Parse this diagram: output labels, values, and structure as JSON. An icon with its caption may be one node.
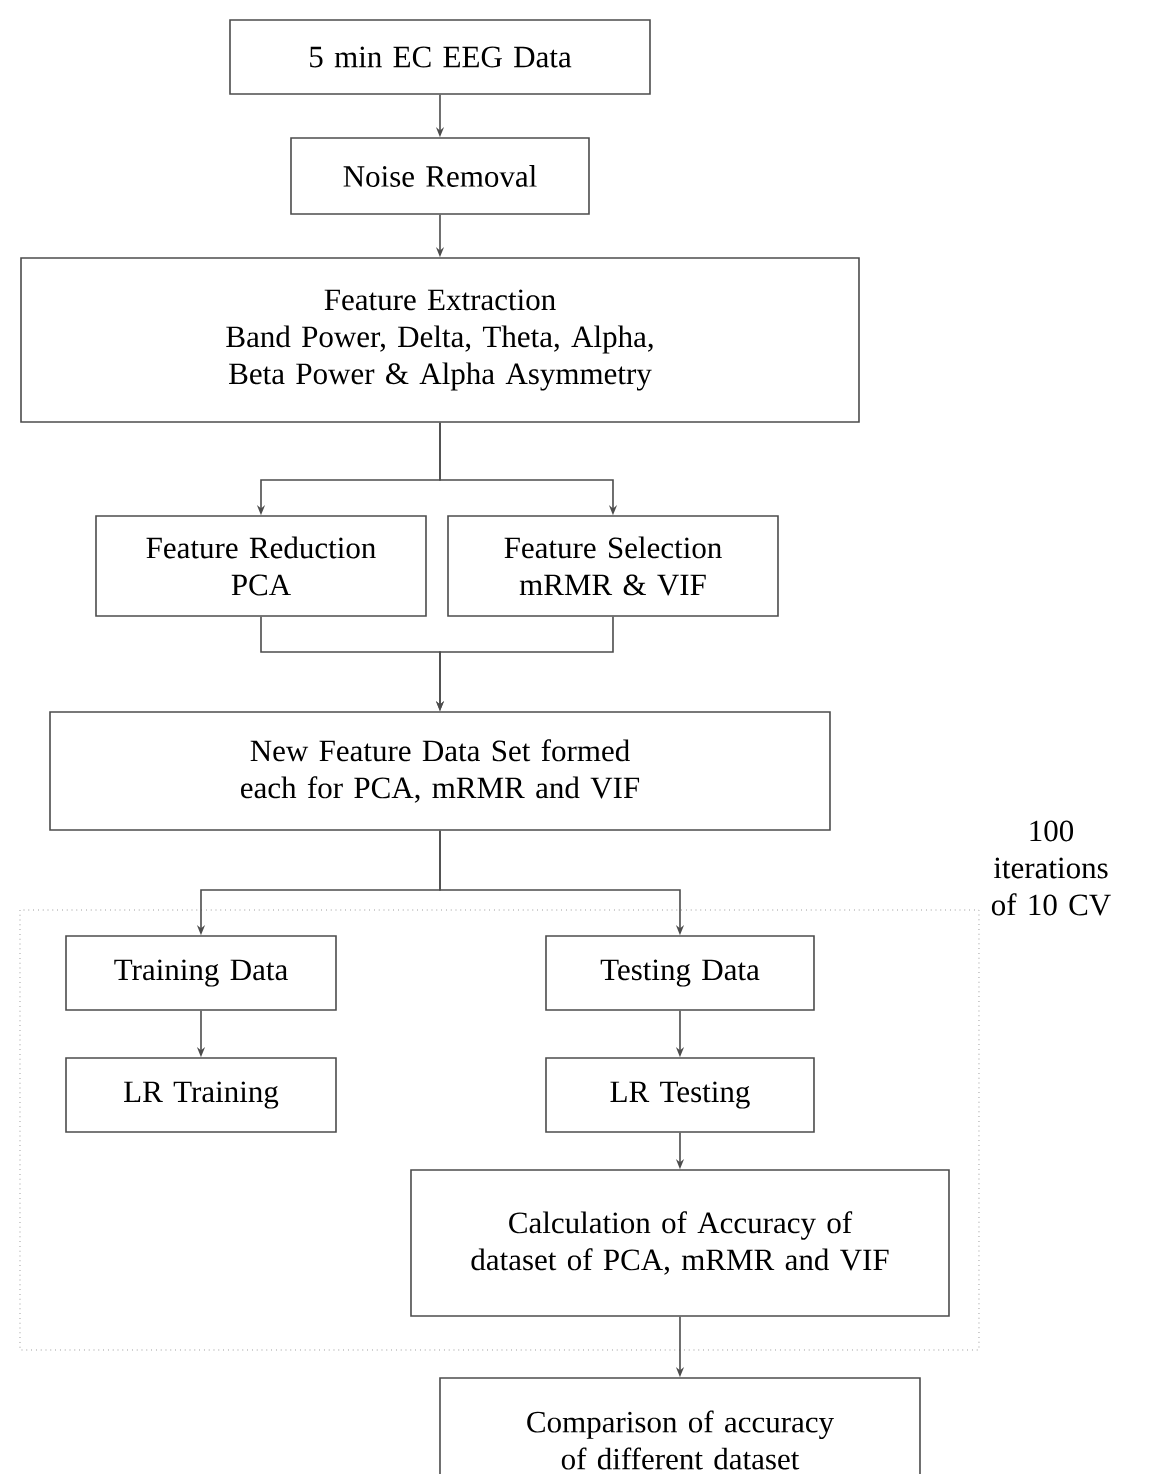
{
  "diagram": {
    "nodes": [
      {
        "text": [
          "5 min EC EEG Data"
        ]
      },
      {
        "text": [
          "Noise Removal"
        ]
      },
      {
        "text": [
          "Feature Extraction",
          "Band Power, Delta, Theta, Alpha, Beta Power & Alpha Asymmetry"
        ]
      },
      {
        "text": [
          "Feature Reduction",
          "PCA"
        ]
      },
      {
        "text": [
          "Feature Selection",
          "mRMR & VIF"
        ]
      },
      {
        "text": [
          "New Feature Data Set formed each for PCA, mRMR and VIF"
        ]
      },
      {
        "text": [
          "100 iterations of 10 CV"
        ]
      },
      {
        "text": [
          "Training Data"
        ],
        "in": 6
      },
      {
        "text": [
          "LR Training"
        ],
        "in": 6
      },
      {
        "text": [
          "Testing Data"
        ],
        "in": 6
      },
      {
        "text": [
          "LR Testing"
        ],
        "in": 6
      },
      {
        "text": [
          "Calculation of Accuracy of dataset of PCA, mRMR and VIF"
        ],
        "in": 6
      },
      {
        "text": [
          "Comparison of accuracy of different dataset"
        ]
      }
    ],
    "edges": [
      {
        "from": 0,
        "to": 1,
        "arrow": "to"
      },
      {
        "from": 1,
        "to": 2,
        "arrow": "to"
      },
      {
        "from": 2,
        "to": 3,
        "arrow": "to"
      },
      {
        "from": 2,
        "to": 4,
        "arrow": "to"
      },
      {
        "from": 3,
        "to": 5,
        "arrow": "to"
      },
      {
        "from": 4,
        "to": 5,
        "arrow": "to"
      },
      {
        "from": 5,
        "to": 7,
        "arrow": "to"
      },
      {
        "from": 5,
        "to": 9,
        "arrow": "to"
      },
      {
        "from": 7,
        "to": 8,
        "arrow": "to"
      },
      {
        "from": 9,
        "to": 10,
        "arrow": "to"
      },
      {
        "from": 10,
        "to": 11,
        "arrow": "to"
      },
      {
        "from": 11,
        "to": 12,
        "arrow": "to"
      }
    ]
  }
}
